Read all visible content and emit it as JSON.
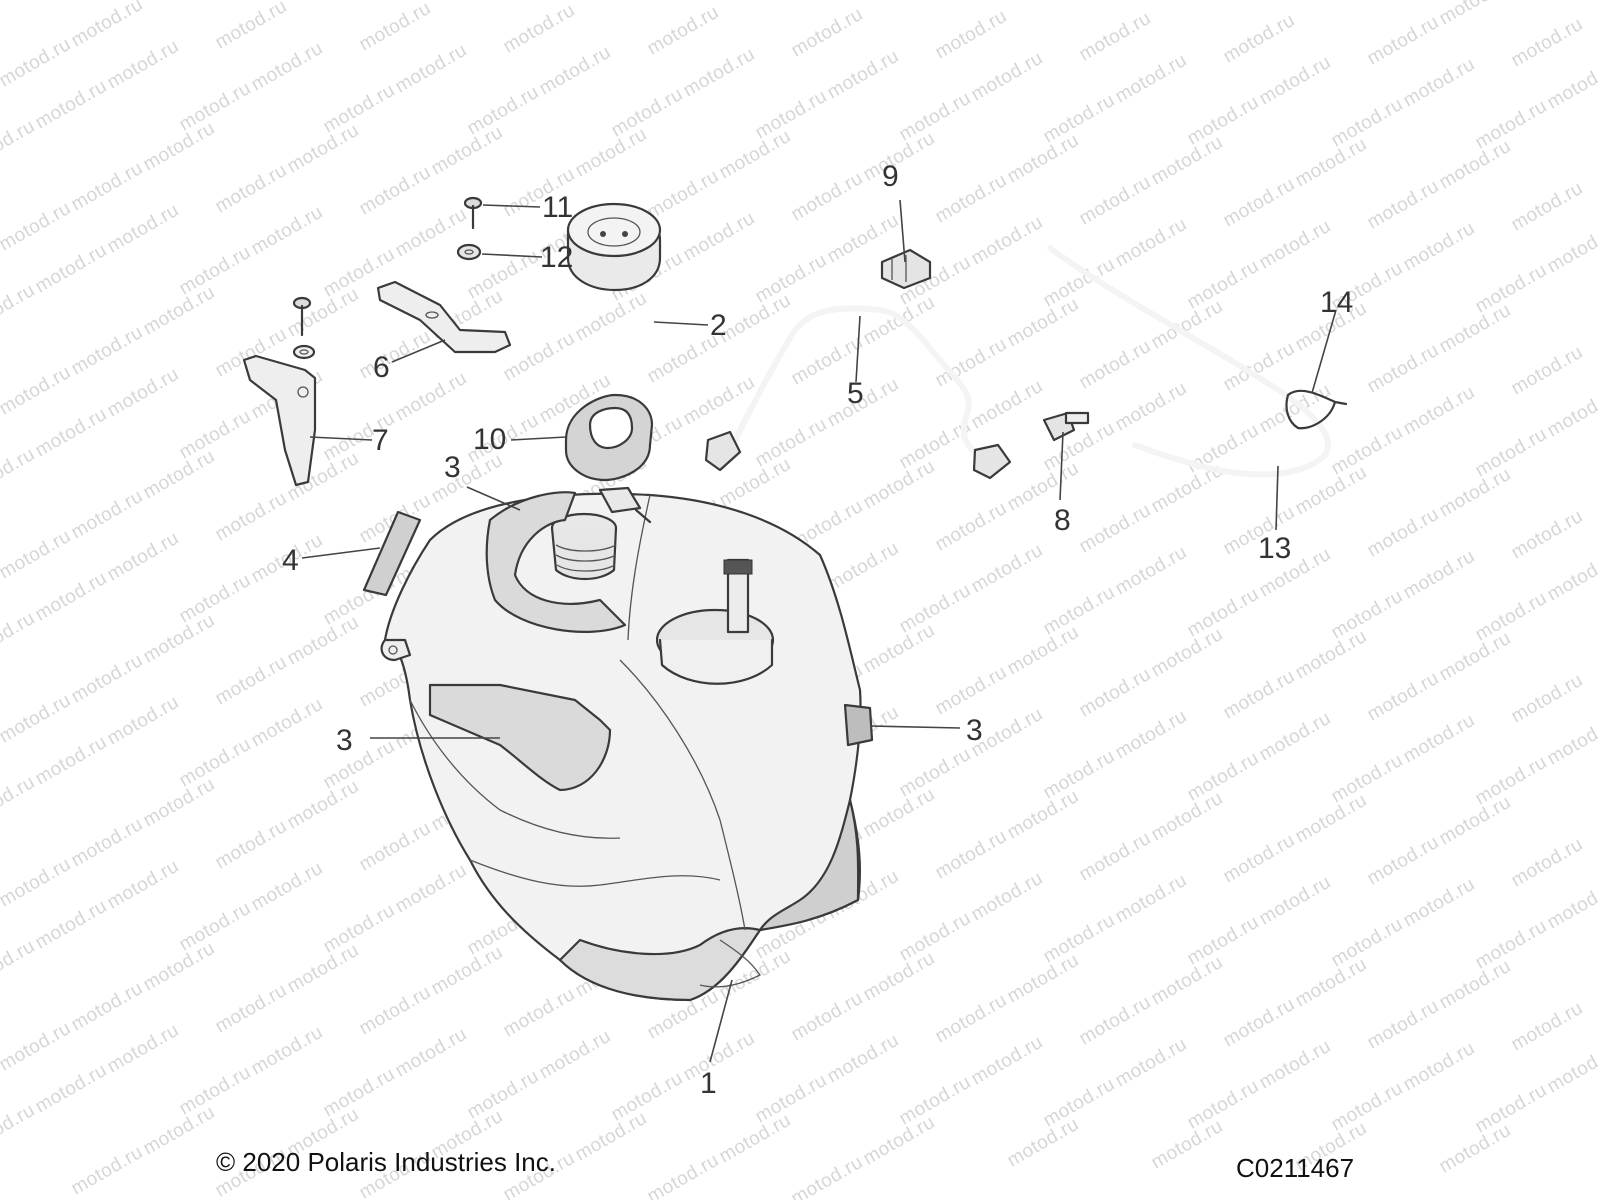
{
  "watermark": "motod.ru",
  "copyright": "© 2020 Polaris Industries Inc.",
  "diagram_id": "C0211467",
  "callouts": {
    "c1": "1",
    "c2": "2",
    "c3a": "3",
    "c3b": "3",
    "c3c": "3",
    "c4": "4",
    "c5": "5",
    "c6": "6",
    "c7": "7",
    "c8": "8",
    "c9": "9",
    "c10": "10",
    "c11": "11",
    "c12": "12",
    "c13": "13",
    "c14": "14"
  }
}
